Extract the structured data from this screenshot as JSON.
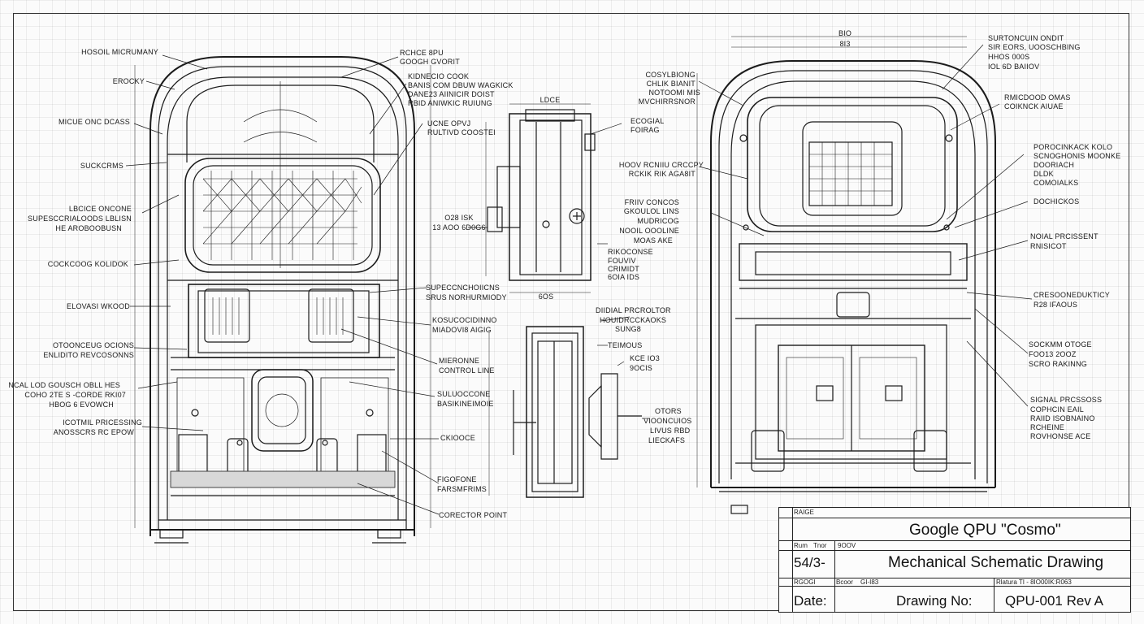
{
  "left_view": {
    "labels": [
      "HOSOIL MICRUMANY",
      "EROCKY",
      "MICUE ONC DCASS",
      "SUCKCRMS",
      "LBCICE ONCONE",
      "SUPESCCRIALOODS LBLISN",
      "HE AROBOOBUSN",
      "COCKCOOG KOLIDOK",
      "ELOVASI WKOOD",
      "OTOONCEUG OCIONS",
      "ENLIDITO REVCOSONNS",
      "NCAL LOD GOUSCH OBLL HES",
      "COHO 2TE  S  -CORDE RKI07",
      "HBOG  6  EVOWCH",
      "ICOTMIL PRICESSING",
      "ANOSSCRS RC EPOW"
    ],
    "right_labels": [
      "RCHCE 8PU",
      "GOOGH GVORIT",
      "KIDNECIO COOK",
      "BANIS COM DBUW WAGKICK",
      "DANE23 AIINICIR DOIST",
      "RBID ANIWKIC RUIUNG",
      "UCNE OPVJ",
      "RULTIVD COOSTEI",
      "SUPECCNCHOIICNS",
      "SRUS NORHURMIODY",
      "KOSUCOCIDINNO",
      "MIADOVI8 AIGIG",
      "MIERONNE",
      "CONTROL LINE",
      "SULUOCCONE",
      "BASIKINEIMOIE",
      "CKIOOCE",
      "FIGOFONE",
      "FARSMFRIMS",
      "CORECTOR POINT"
    ]
  },
  "middle_top": {
    "labels": [
      "ECOGIAL",
      "FOIRAG",
      "O28  ISK",
      "13 AOO 6D0G6",
      "RIKOCONSE",
      "FOUVIV",
      "CRIMIDT",
      "6OIA IDS"
    ],
    "dims": [
      "LDCE",
      "6OS"
    ]
  },
  "middle_bottom": {
    "labels": [
      "DIIDIAL PRCROLTOR",
      "HOUIDRCCKAOKS",
      "SUNG8",
      "TEIMOUS",
      "KCE IO3",
      "9OCIS",
      "OTORS",
      "VIOONCUIOS",
      "LIVUS RBD",
      "LIECKAFS"
    ]
  },
  "right_view": {
    "dims": [
      "BIO",
      "8I3"
    ],
    "labels": [
      "SURTONCUIN ONDIT",
      "SIR EORS, UOOSCHBING",
      "HHOS 000S",
      "IOL 6D BAIIOV",
      "COSYLBIONG",
      "CHLIK BIANIT",
      "NOTOOMI MIS",
      "MVCHIRRSNOR",
      "RMICDOOD OMAS",
      "COIKNCK AIUAE",
      "HOOV RCNIIU CRCCPY",
      "RCKIK RIK AGA8IT",
      "FRIIV CONCOS",
      "GKOULOL LINS",
      "MUDRICOG",
      "NOOIL OOOLINE",
      "MOAS AKE",
      "POROCINKACK KOLO",
      "SCNOGHONIS MOONKE",
      "DOORIACH",
      "DLDK",
      "COMOIALKS",
      "DOCHICKOS",
      "NOIAL PRCISSENT",
      "RNISICOT",
      "CRESOONEDUKTICY",
      "R28 IFAOUS",
      "SOCKMM OTOGE",
      "FOO13  2OOZ",
      "SCRO RAKINNG",
      "SIGNAL PRCSSOSS",
      "COPHCIN  EAIL",
      "RAIID ISOBNAINO",
      "RCHEINE",
      "ROVHONSE ACE"
    ]
  },
  "title_block": {
    "top_left": "RAIGE",
    "title": "Google QPU \"Cosmo\"",
    "row2_a": "Rum",
    "row2_b": "Tnor",
    "row2_c": "9OOV",
    "scale": "54/3-",
    "subtitle": "Mechanical Schematic Drawing",
    "row3_a": "RGOGI",
    "row3_b": "Bcoor",
    "row3_c": "GI-I83",
    "row3_d": "Rlatura  TI - 8IO00IK:R063",
    "date_label": "Date:",
    "drawing_no_label": "Drawing No:",
    "drawing_no": "QPU-001 Rev A"
  }
}
